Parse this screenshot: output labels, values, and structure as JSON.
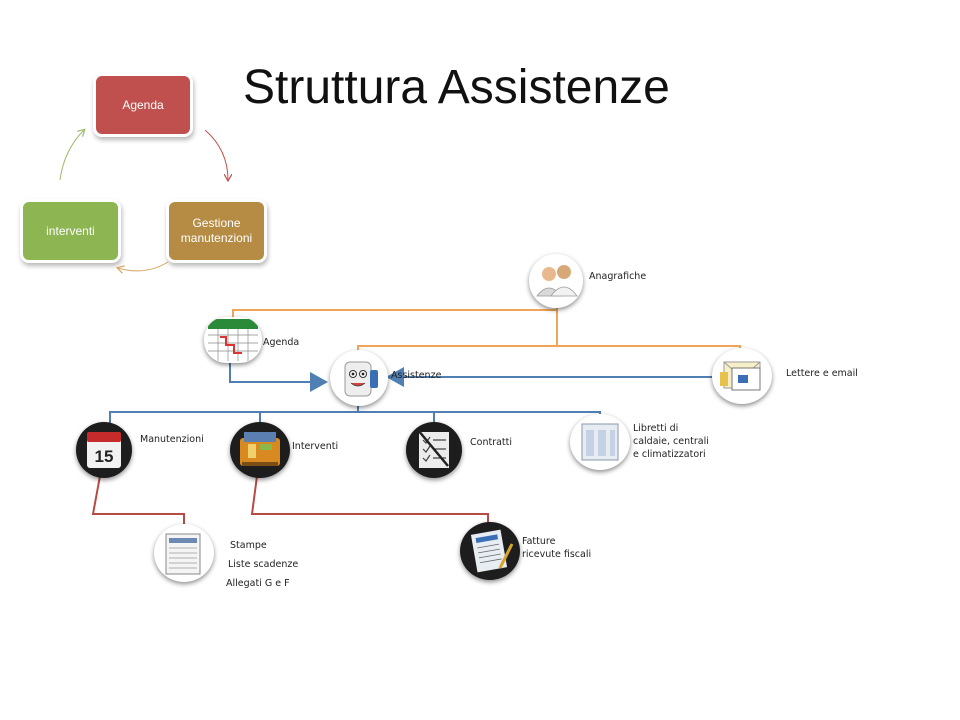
{
  "title": "Struttura Assistenze",
  "cycle": {
    "agenda": "Agenda",
    "gestione_line1": "Gestione",
    "gestione_line2": "manutenzioni",
    "interventi": "interventi"
  },
  "tree": {
    "anagrafiche": "Anagrafiche",
    "agenda": "Agenda",
    "assistenze": "Assistenze",
    "lettere": "Lettere e email",
    "manutenzioni": "Manutenzioni",
    "interventi": "Interventi",
    "contratti": "Contratti",
    "libretti": [
      "Libretti di",
      "caldaie, centrali",
      "e climatizzatori"
    ],
    "calendar_day": "15",
    "stampe": [
      "Stampe",
      "Liste scadenze",
      "Allegati G e F"
    ],
    "fatture": [
      "Fatture",
      "ricevute fiscali"
    ]
  },
  "colors": {
    "agenda_box": "#c0504d",
    "gestione_box": "#b68c45",
    "interventi_box": "#8db552",
    "orange_line": "#f0a55a",
    "blue_line": "#4f7fb3",
    "red_line": "#b84a45"
  }
}
